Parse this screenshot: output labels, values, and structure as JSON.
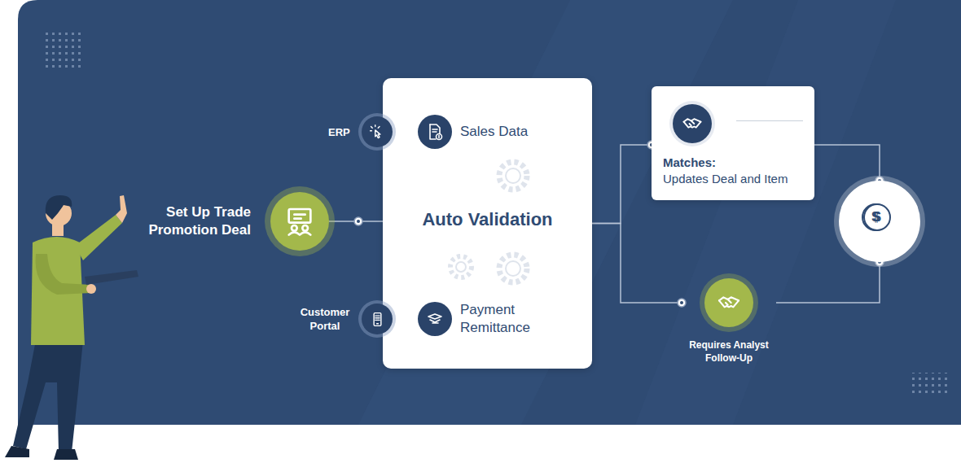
{
  "diagram": {
    "nodes": [
      {
        "text": [
          "Set Up Trade Promotion Deal"
        ]
      },
      {
        "text": [
          "ERP"
        ]
      },
      {
        "text": [
          "Customer Portal"
        ]
      },
      {
        "text": [
          "Auto Validation"
        ]
      },
      {
        "text": [
          "Sales Data"
        ],
        "in": 3
      },
      {
        "text": [
          "Payment Remittance"
        ],
        "in": 3
      },
      {
        "text": [
          "Matches:",
          "Updates Deal and Item"
        ]
      },
      {
        "text": [
          "Requires Analyst Follow-Up"
        ]
      },
      {
        "text": [
          "$",
          "$"
        ]
      }
    ],
    "edges": [
      {
        "from": 0,
        "to": 3,
        "arrow": "none"
      },
      {
        "from": 3,
        "to": 6,
        "arrow": "none"
      },
      {
        "from": 3,
        "to": 7,
        "arrow": "none"
      },
      {
        "from": 6,
        "to": 8,
        "arrow": "none"
      },
      {
        "from": 7,
        "to": 8,
        "arrow": "none"
      }
    ]
  }
}
